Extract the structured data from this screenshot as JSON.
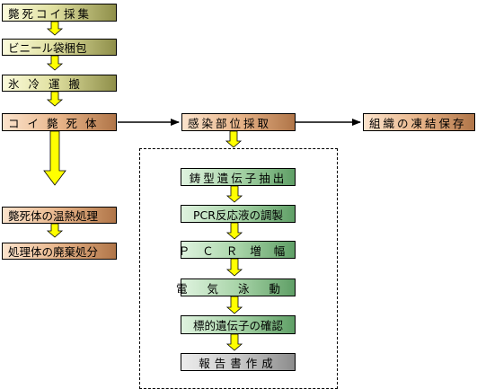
{
  "left_column": {
    "step1": "斃死コイ採集",
    "step2": "ビニール袋梱包",
    "step3": "氷冷運搬",
    "step4": "コイ斃死体",
    "step5": "斃死体の温熱処理",
    "step6": "処理体の廃棄処分"
  },
  "top_row": {
    "sampling": "感染部位採取",
    "storage": "組織の凍結保存"
  },
  "pcr_steps": {
    "dna_extraction": "鋳型遺伝子抽出",
    "reagent_prep": "PCR反応液の調製",
    "amplification": "ＰＣＲ増幅",
    "electrophoresis": "電気泳動",
    "confirmation": "標的遺伝子の確認",
    "report": "報告書作成"
  },
  "colors": {
    "arrow_fill": "#ffff00",
    "olive": "#c8c890",
    "salmon": "#d9a07a",
    "green": "#8fc493",
    "gray": "#b5b5b5"
  }
}
